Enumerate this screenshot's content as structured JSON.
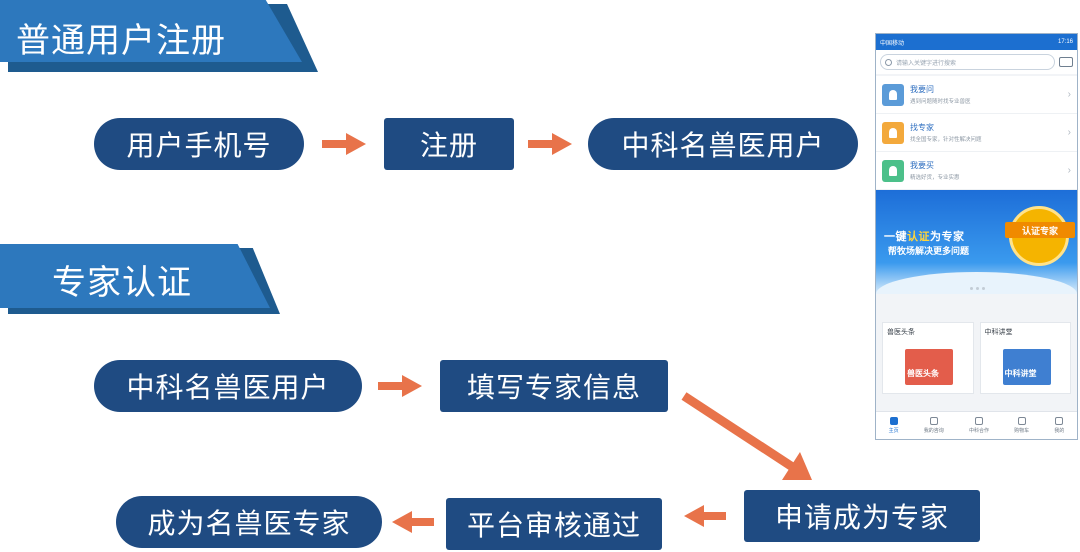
{
  "sections": {
    "register": {
      "title": "普通用户注册"
    },
    "expert": {
      "title": "专家认证"
    }
  },
  "flow_register": [
    "用户手机号",
    "注册",
    "中科名兽医用户"
  ],
  "flow_expert": [
    "中科名兽医用户",
    "填写专家信息",
    "申请成为专家",
    "平台审核通过",
    "成为名兽医专家"
  ],
  "colors": {
    "node": "#1f4b82",
    "banner": "#2d78bd",
    "arrow": "#e8734a"
  },
  "phone": {
    "status_left": "中国移动",
    "status_right": "17:16",
    "search_placeholder": "请输入关键字进行搜索",
    "menu": [
      {
        "title": "我要问",
        "sub": "遇到问题随时找专业兽医",
        "color": "#5b9bd8"
      },
      {
        "title": "找专家",
        "sub": "找全国专家，针对性解决问题",
        "color": "#f3a93c"
      },
      {
        "title": "我要买",
        "sub": "精选好货，专业实惠",
        "color": "#4cc08a"
      }
    ],
    "hero_line1_pre": "一键",
    "hero_line1_hl": "认证",
    "hero_line1_post": "为专家",
    "hero_line2": "帮牧场解决更多问题",
    "hero_badge": "认证专家",
    "cards": [
      {
        "title": "兽医头条",
        "img_label": "兽医头条",
        "img_color": "#e35d4b"
      },
      {
        "title": "中科讲堂",
        "img_label": "中科讲堂",
        "img_color": "#3f7fd1"
      }
    ],
    "tabs": [
      "主页",
      "我的咨询",
      "中科合作",
      "购物车",
      "我的"
    ]
  }
}
